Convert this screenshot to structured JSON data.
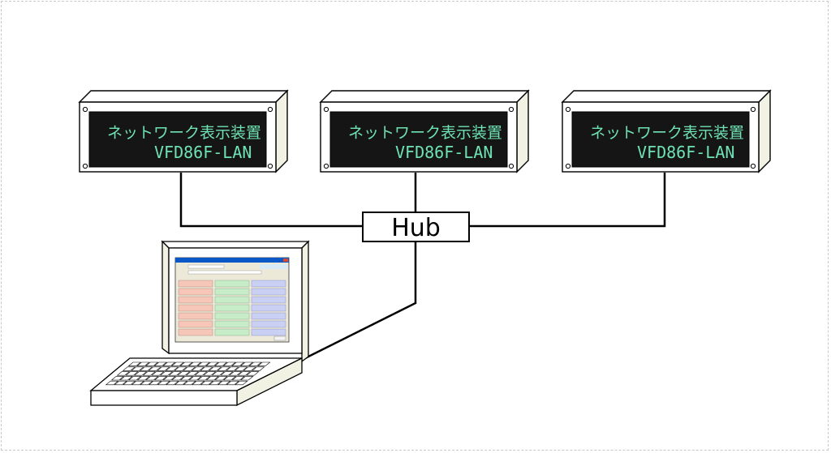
{
  "displays": [
    {
      "line1": "ネットワーク表示装置",
      "line2": "VFD86F-LAN"
    },
    {
      "line1": "ネットワーク表示装置",
      "line2": "VFD86F-LAN"
    },
    {
      "line1": "ネットワーク表示装置",
      "line2": "VFD86F-LAN"
    }
  ],
  "hub": {
    "label": "Hub"
  },
  "colors": {
    "vfd_text": "#6fe2b4",
    "panel_front": "#ffffff",
    "panel_side": "#f2f2e4",
    "screen_bg": "#151515",
    "line": "#000000",
    "app_title": "#0a58c8",
    "col_red": "#f6c6b8",
    "col_green": "#c6ecc8",
    "col_blue": "#cad0f4"
  }
}
